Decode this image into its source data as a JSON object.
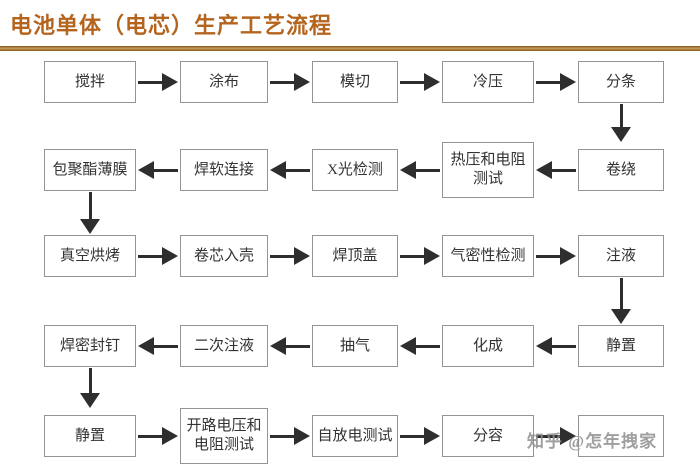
{
  "title": "电池单体（电芯）生产工艺流程",
  "colors": {
    "title_text": "#b5641d",
    "divider": "#a9772f",
    "box_border": "#949494",
    "box_text": "#333333",
    "arrow": "#2e2e2e",
    "watermark_text": "#8f8f8f",
    "background": "#ffffff"
  },
  "flow": {
    "rows": [
      {
        "direction": "right",
        "boxes": [
          "搅拌",
          "涂布",
          "模切",
          "冷压",
          "分条"
        ]
      },
      {
        "direction": "left",
        "boxes": [
          "包聚酯薄膜",
          "焊软连接",
          "X光检测",
          "热压和电阻\n测试",
          "卷绕"
        ]
      },
      {
        "direction": "right",
        "boxes": [
          "真空烘烤",
          "卷芯入壳",
          "焊顶盖",
          "气密性检测",
          "注液"
        ]
      },
      {
        "direction": "left",
        "boxes": [
          "焊密封钉",
          "二次注液",
          "抽气",
          "化成",
          "静置"
        ]
      },
      {
        "direction": "right",
        "boxes": [
          "静置",
          "开路电压和\n电阻测试",
          "自放电测试",
          "分容",
          ""
        ]
      }
    ],
    "connectors": [
      {
        "from": "分条",
        "to": "卷绕",
        "side": "right"
      },
      {
        "from": "包聚酯薄膜",
        "to": "真空烘烤",
        "side": "left"
      },
      {
        "from": "注液",
        "to": "静置",
        "side": "right"
      },
      {
        "from": "焊密封钉",
        "to": "静置",
        "side": "left"
      }
    ]
  },
  "watermark": {
    "text": "知乎 @怎年拽家"
  }
}
